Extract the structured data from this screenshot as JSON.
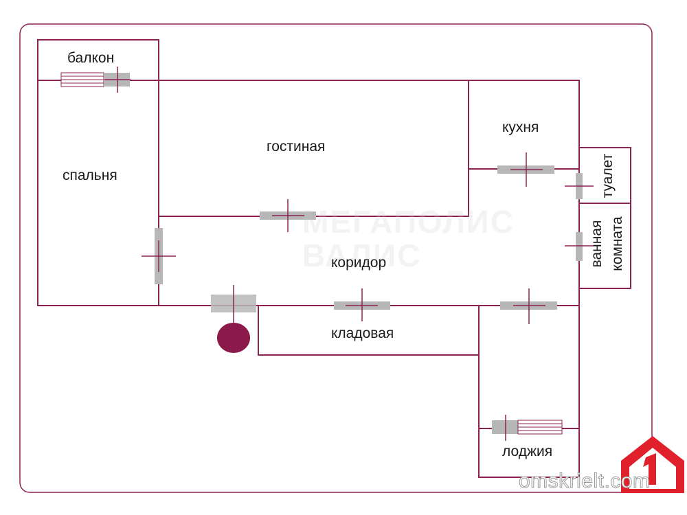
{
  "rooms": {
    "balcony": "балкон",
    "bedroom": "спальня",
    "living_room": "гостиная",
    "kitchen": "кухня",
    "toilet": "туалет",
    "bathroom_line1": "ванная",
    "bathroom_line2": "комната",
    "corridor": "коридор",
    "storage": "кладовая",
    "loggia": "лоджия"
  },
  "watermark": {
    "url": "omskrielt.com",
    "logo_line1": "МЕГАПОЛИС",
    "logo_line2": "ВАЛИС"
  },
  "colors": {
    "walls": "#8b2252",
    "doors": "#b7b7b7",
    "logo_red": "#e0202a",
    "entrance_marker": "#8b1a4a"
  },
  "icons": {
    "entrance": "entrance-marker-icon",
    "brand": "house-number-one-logo-icon"
  }
}
